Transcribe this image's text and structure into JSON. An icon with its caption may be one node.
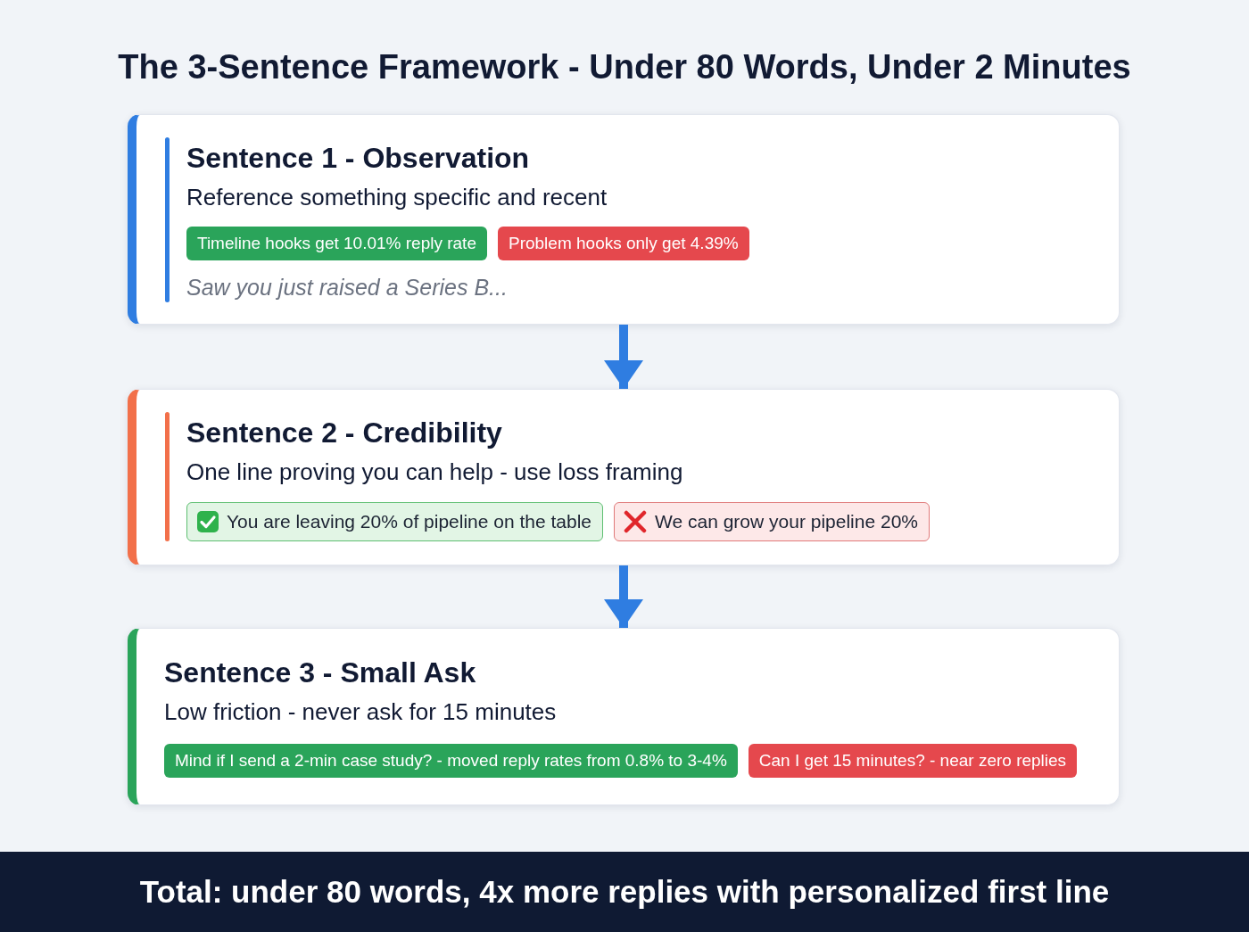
{
  "diagram": {
    "title": "The 3-Sentence Framework - Under 80 Words, Under 2 Minutes",
    "caption": "Total: under 80 words, 4x more replies with personalized first line",
    "nodes": [
      {
        "text": [
          "Sentence 1 - Observation",
          "Reference something specific and recent",
          "Saw you just raised a Series B..."
        ]
      },
      {
        "text": [
          "Timeline hooks get 10.01% reply rate"
        ],
        "in": 0
      },
      {
        "text": [
          "Problem hooks only get 4.39%"
        ],
        "in": 0
      },
      {
        "text": [
          "Sentence 2 - Credibility",
          "One line proving you can help - use loss framing"
        ]
      },
      {
        "text": [
          "You are leaving 20% of pipeline on the table"
        ],
        "in": 3
      },
      {
        "text": [
          "We can grow your pipeline 20%"
        ],
        "in": 3
      },
      {
        "text": [
          "Sentence 3 - Small Ask",
          "Low friction - never ask for 15 minutes"
        ]
      },
      {
        "text": [
          "Mind if I send a 2-min case study? - moved reply rates from 0.8% to 3-4%"
        ],
        "in": 6
      },
      {
        "text": [
          "Can I get 15 minutes? - near zero replies"
        ],
        "in": 6
      }
    ],
    "edges": [
      {
        "from": 0,
        "to": 3,
        "arrow": "to"
      },
      {
        "from": 3,
        "to": 6,
        "arrow": "to"
      }
    ]
  }
}
